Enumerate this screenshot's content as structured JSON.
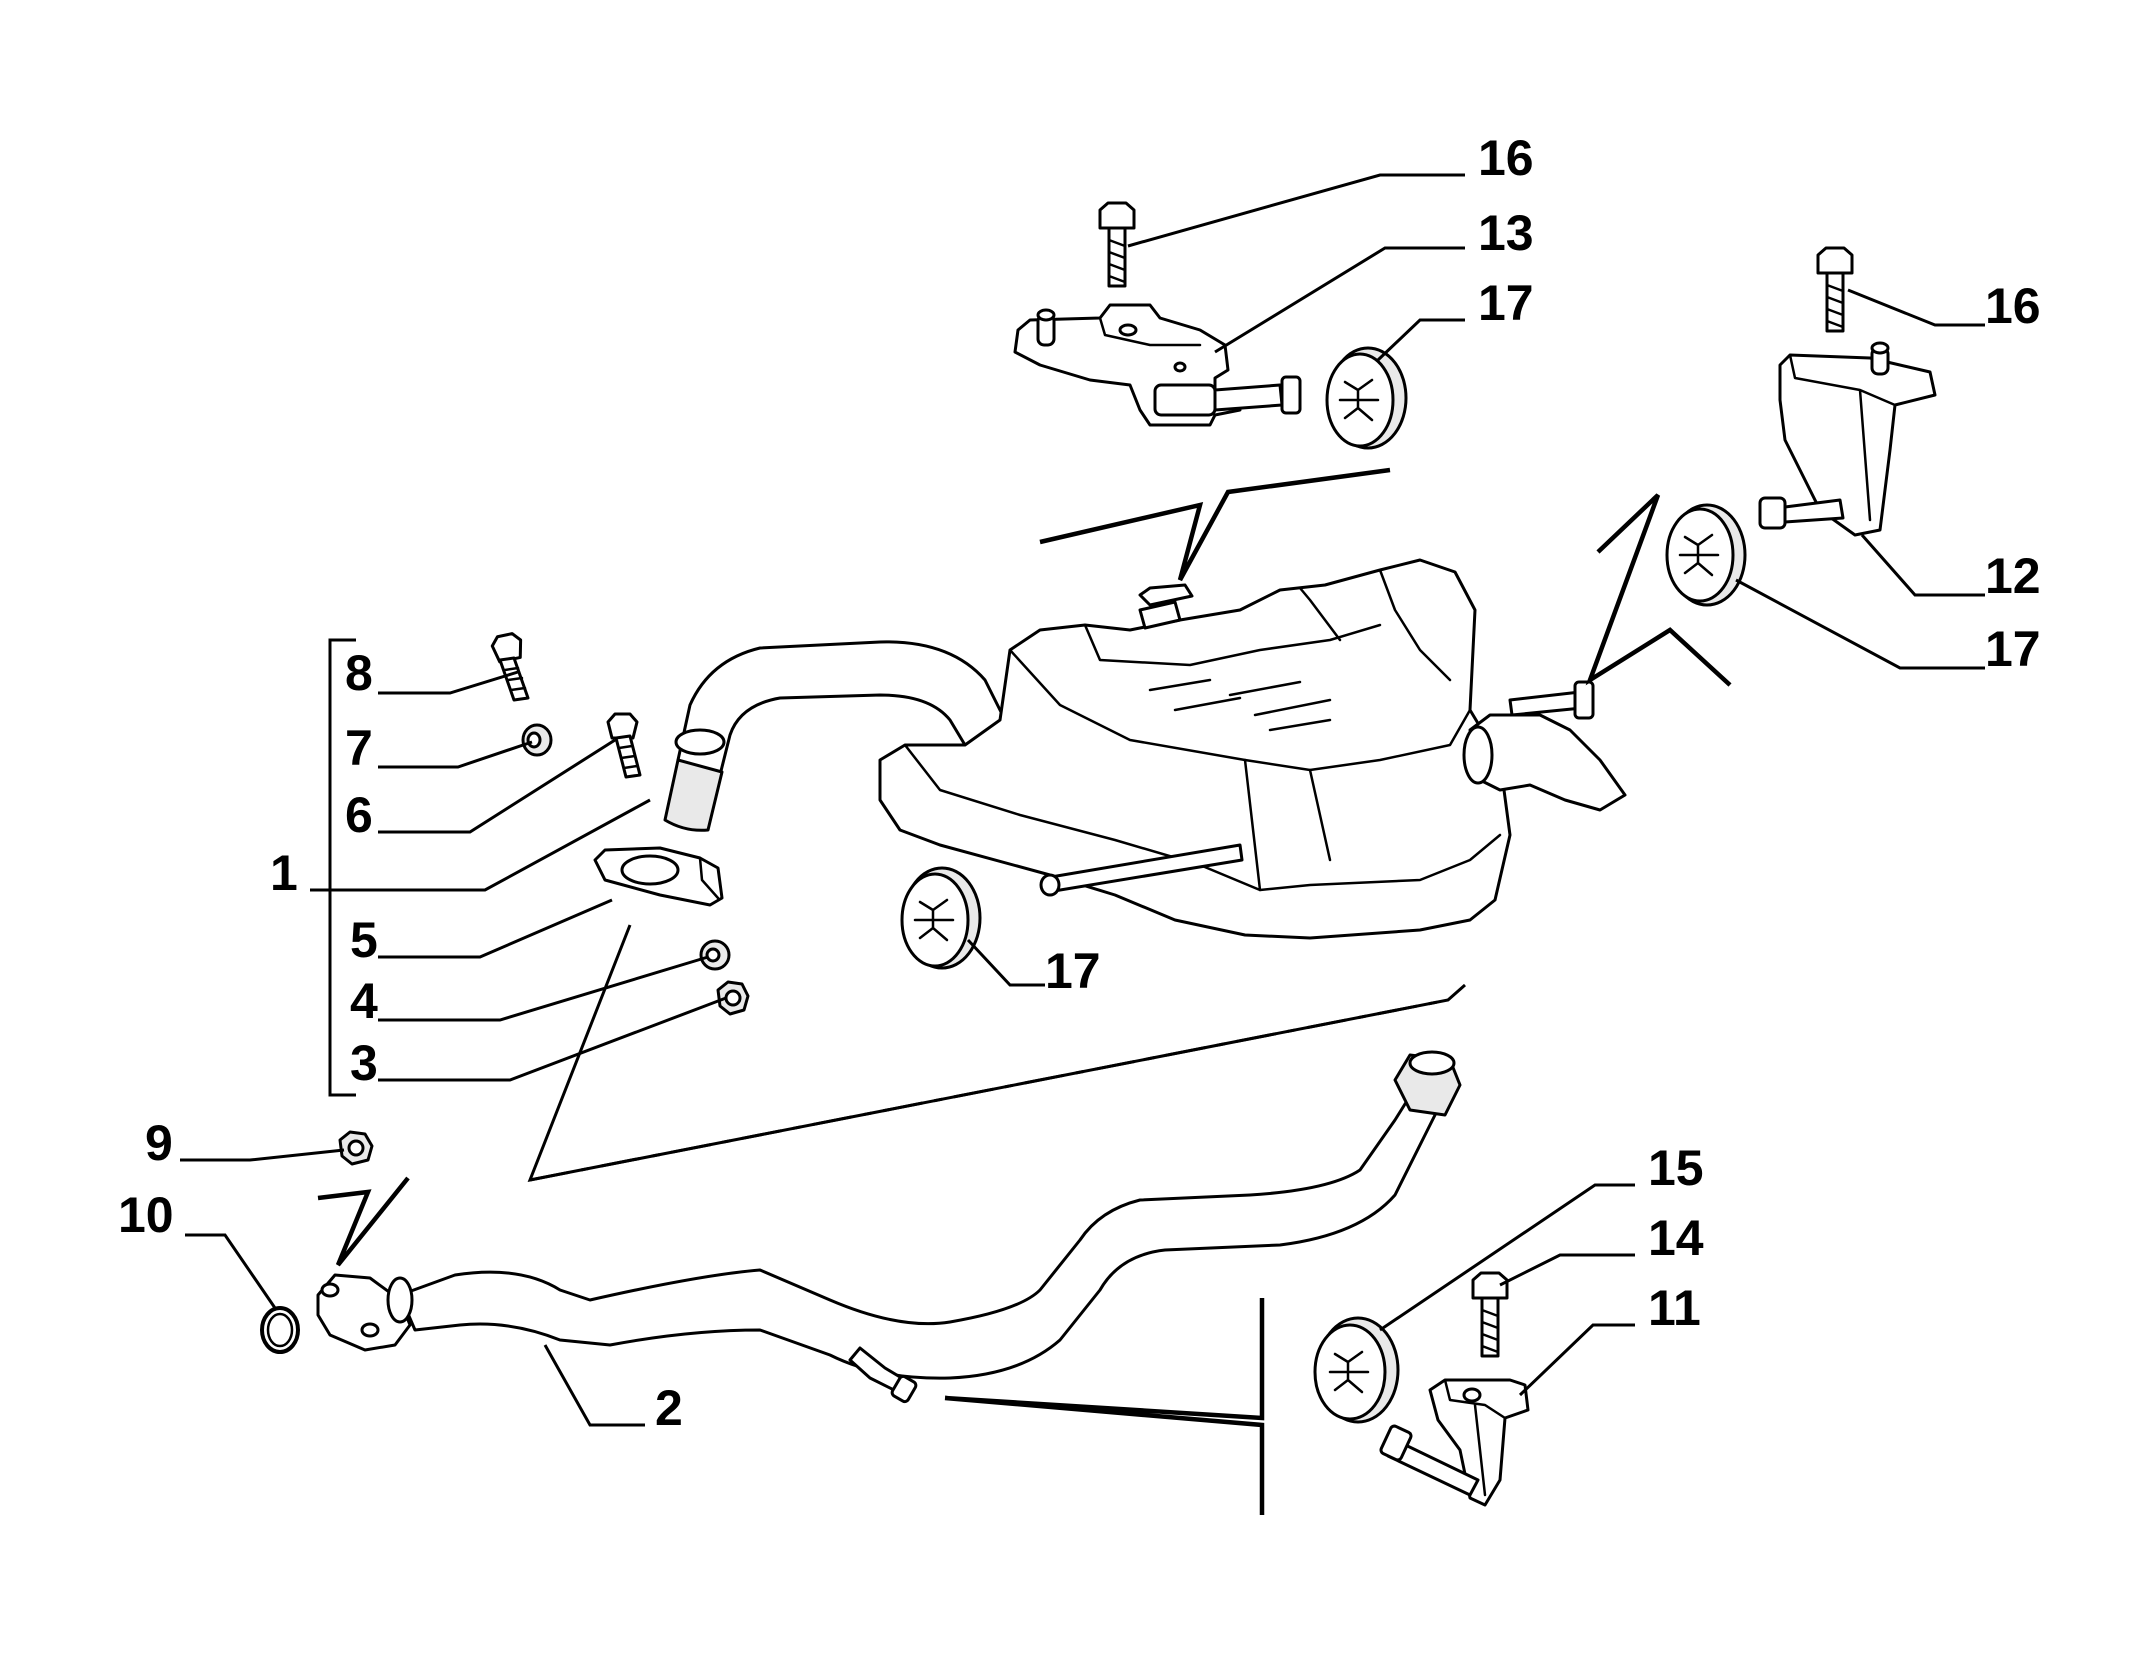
{
  "diagram": {
    "type": "exploded-parts-diagram",
    "callouts": [
      {
        "id": "c16a",
        "label": "16",
        "icon": "bolt-icon"
      },
      {
        "id": "c13",
        "label": "13",
        "icon": "hanger-bracket-icon"
      },
      {
        "id": "c17a",
        "label": "17",
        "icon": "rubber-mount-icon"
      },
      {
        "id": "c16b",
        "label": "16",
        "icon": "bolt-icon"
      },
      {
        "id": "c12",
        "label": "12",
        "icon": "bracket-icon"
      },
      {
        "id": "c17b",
        "label": "17",
        "icon": "rubber-mount-icon"
      },
      {
        "id": "c8",
        "label": "8",
        "icon": "bolt-icon"
      },
      {
        "id": "c7",
        "label": "7",
        "icon": "nut-icon"
      },
      {
        "id": "c6",
        "label": "6",
        "icon": "bolt-icon"
      },
      {
        "id": "c1",
        "label": "1",
        "icon": "silencer-assembly-icon"
      },
      {
        "id": "c5",
        "label": "5",
        "icon": "flange-clamp-icon"
      },
      {
        "id": "c4",
        "label": "4",
        "icon": "nut-icon"
      },
      {
        "id": "c3",
        "label": "3",
        "icon": "nut-icon"
      },
      {
        "id": "c17c",
        "label": "17",
        "icon": "rubber-mount-icon"
      },
      {
        "id": "c9",
        "label": "9",
        "icon": "nut-icon"
      },
      {
        "id": "c10",
        "label": "10",
        "icon": "gasket-ring-icon"
      },
      {
        "id": "c2",
        "label": "2",
        "icon": "exhaust-pipe-icon"
      },
      {
        "id": "c15",
        "label": "15",
        "icon": "rubber-mount-icon"
      },
      {
        "id": "c14",
        "label": "14",
        "icon": "bolt-icon"
      },
      {
        "id": "c11",
        "label": "11",
        "icon": "bracket-icon"
      }
    ]
  }
}
